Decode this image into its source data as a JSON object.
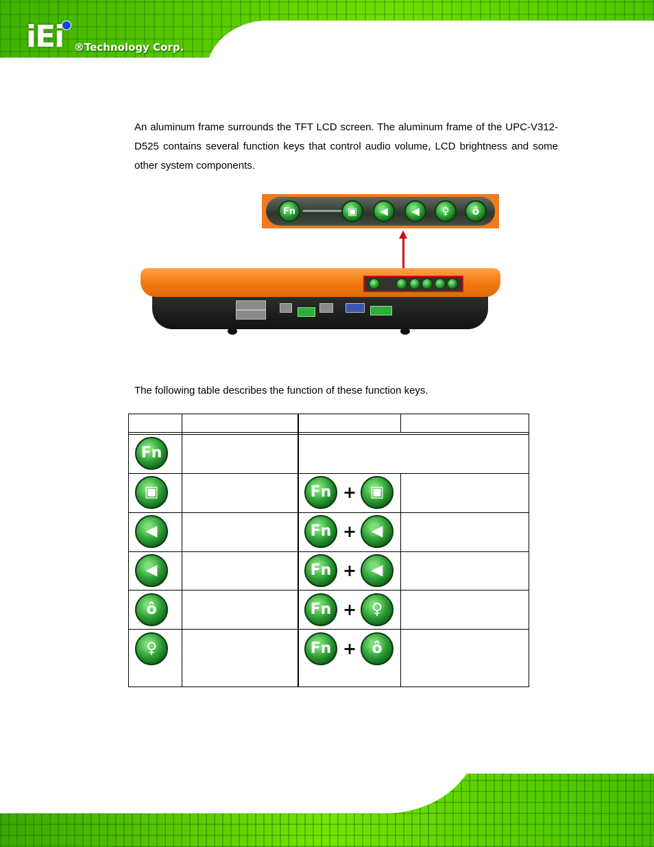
{
  "header": {
    "logo_mark": "iEi",
    "logo_text": "®Technology Corp."
  },
  "body": {
    "paragraph1": "An aluminum frame surrounds the TFT LCD screen. The aluminum frame of the UPC-V312-D525 contains several function keys that control audio volume, LCD brightness and some other system components.",
    "paragraph2": "The following table describes the function of these function keys."
  },
  "keys": {
    "fn": "Fn",
    "display_icon": "display-toggle-icon",
    "vol_down_icon": "volume-down-icon",
    "vol_up_icon": "volume-up-icon",
    "bright_up_icon": "brightness-up-icon",
    "bright_down_icon": "brightness-down-icon",
    "plus": "+"
  },
  "colors": {
    "button_green": "#1f8a28",
    "frame_orange": "#f47a10",
    "callout_red": "#d01010",
    "banner_green": "#5fd400"
  }
}
